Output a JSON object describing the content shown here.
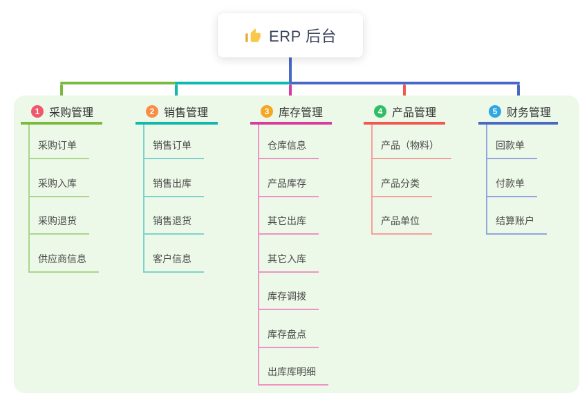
{
  "root": {
    "icon": "thumbs-up-icon",
    "label": "ERP 后台"
  },
  "colors": {
    "page_bg": "#FFFFFF",
    "panel_bg": "#ECF8E8",
    "root_line": "#4867C6",
    "root_text": "#3A445C"
  },
  "branches": [
    {
      "badge": "1",
      "label": "采购管理",
      "badge_color": "#F2566B",
      "line_color": "#7CB93F",
      "child_line_color": "#A9D68B",
      "children": [
        "采购订单",
        "采购入库",
        "采购退货",
        "供应商信息"
      ]
    },
    {
      "badge": "2",
      "label": "销售管理",
      "badge_color": "#F98D45",
      "line_color": "#10B9AE",
      "child_line_color": "#7FD2CB",
      "children": [
        "销售订单",
        "销售出库",
        "销售退货",
        "客户信息"
      ]
    },
    {
      "badge": "3",
      "label": "库存管理",
      "badge_color": "#F6A623",
      "line_color": "#D83A9E",
      "child_line_color": "#EF92C5",
      "children": [
        "仓库信息",
        "产品库存",
        "其它出库",
        "其它入库",
        "库存调拨",
        "库存盘点",
        "出库库明细"
      ]
    },
    {
      "badge": "4",
      "label": "产品管理",
      "badge_color": "#2FBE66",
      "line_color": "#F2564F",
      "child_line_color": "#F6A09B",
      "children": [
        "产品（物料）",
        "产品分类",
        "产品单位"
      ]
    },
    {
      "badge": "5",
      "label": "财务管理",
      "badge_color": "#2FA7E3",
      "line_color": "#4867C6",
      "child_line_color": "#91A6DC",
      "children": [
        "回款单",
        "付款单",
        "结算账户"
      ]
    }
  ]
}
